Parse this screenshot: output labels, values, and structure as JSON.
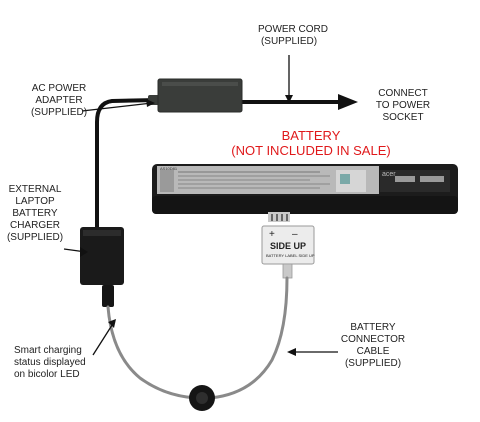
{
  "labels": {
    "power_cord": [
      "POWER CORD",
      "(SUPPLIED)"
    ],
    "ac_adapter": [
      "AC POWER",
      "ADAPTER",
      "(SUPPLIED)"
    ],
    "connect_socket": [
      "CONNECT",
      "TO POWER",
      "SOCKET"
    ],
    "battery": [
      "BATTERY",
      "(NOT INCLUDED IN SALE)"
    ],
    "charger": [
      "EXTERNAL",
      "LAPTOP",
      "BATTERY",
      "CHARGER",
      "(SUPPLIED)"
    ],
    "smart_charging": [
      "Smart charging",
      "status displayed",
      "on bicolor LED"
    ],
    "connector_cable": [
      "BATTERY",
      "CONNECTOR",
      "CABLE",
      "(SUPPLIED)"
    ]
  },
  "connector": {
    "plus": "+",
    "minus": "–",
    "side_up": "SIDE UP",
    "small_print": "BATTERY LABEL SIDE UP"
  },
  "battery_label": {
    "model": "AS10D81",
    "brand": "acer"
  },
  "colors": {
    "accent_red": "#e0191b",
    "cable": "#111111",
    "battery_body": "#1c1c1c",
    "label_panel": "#b9b9b9",
    "adapter": "#3a3d3a"
  }
}
